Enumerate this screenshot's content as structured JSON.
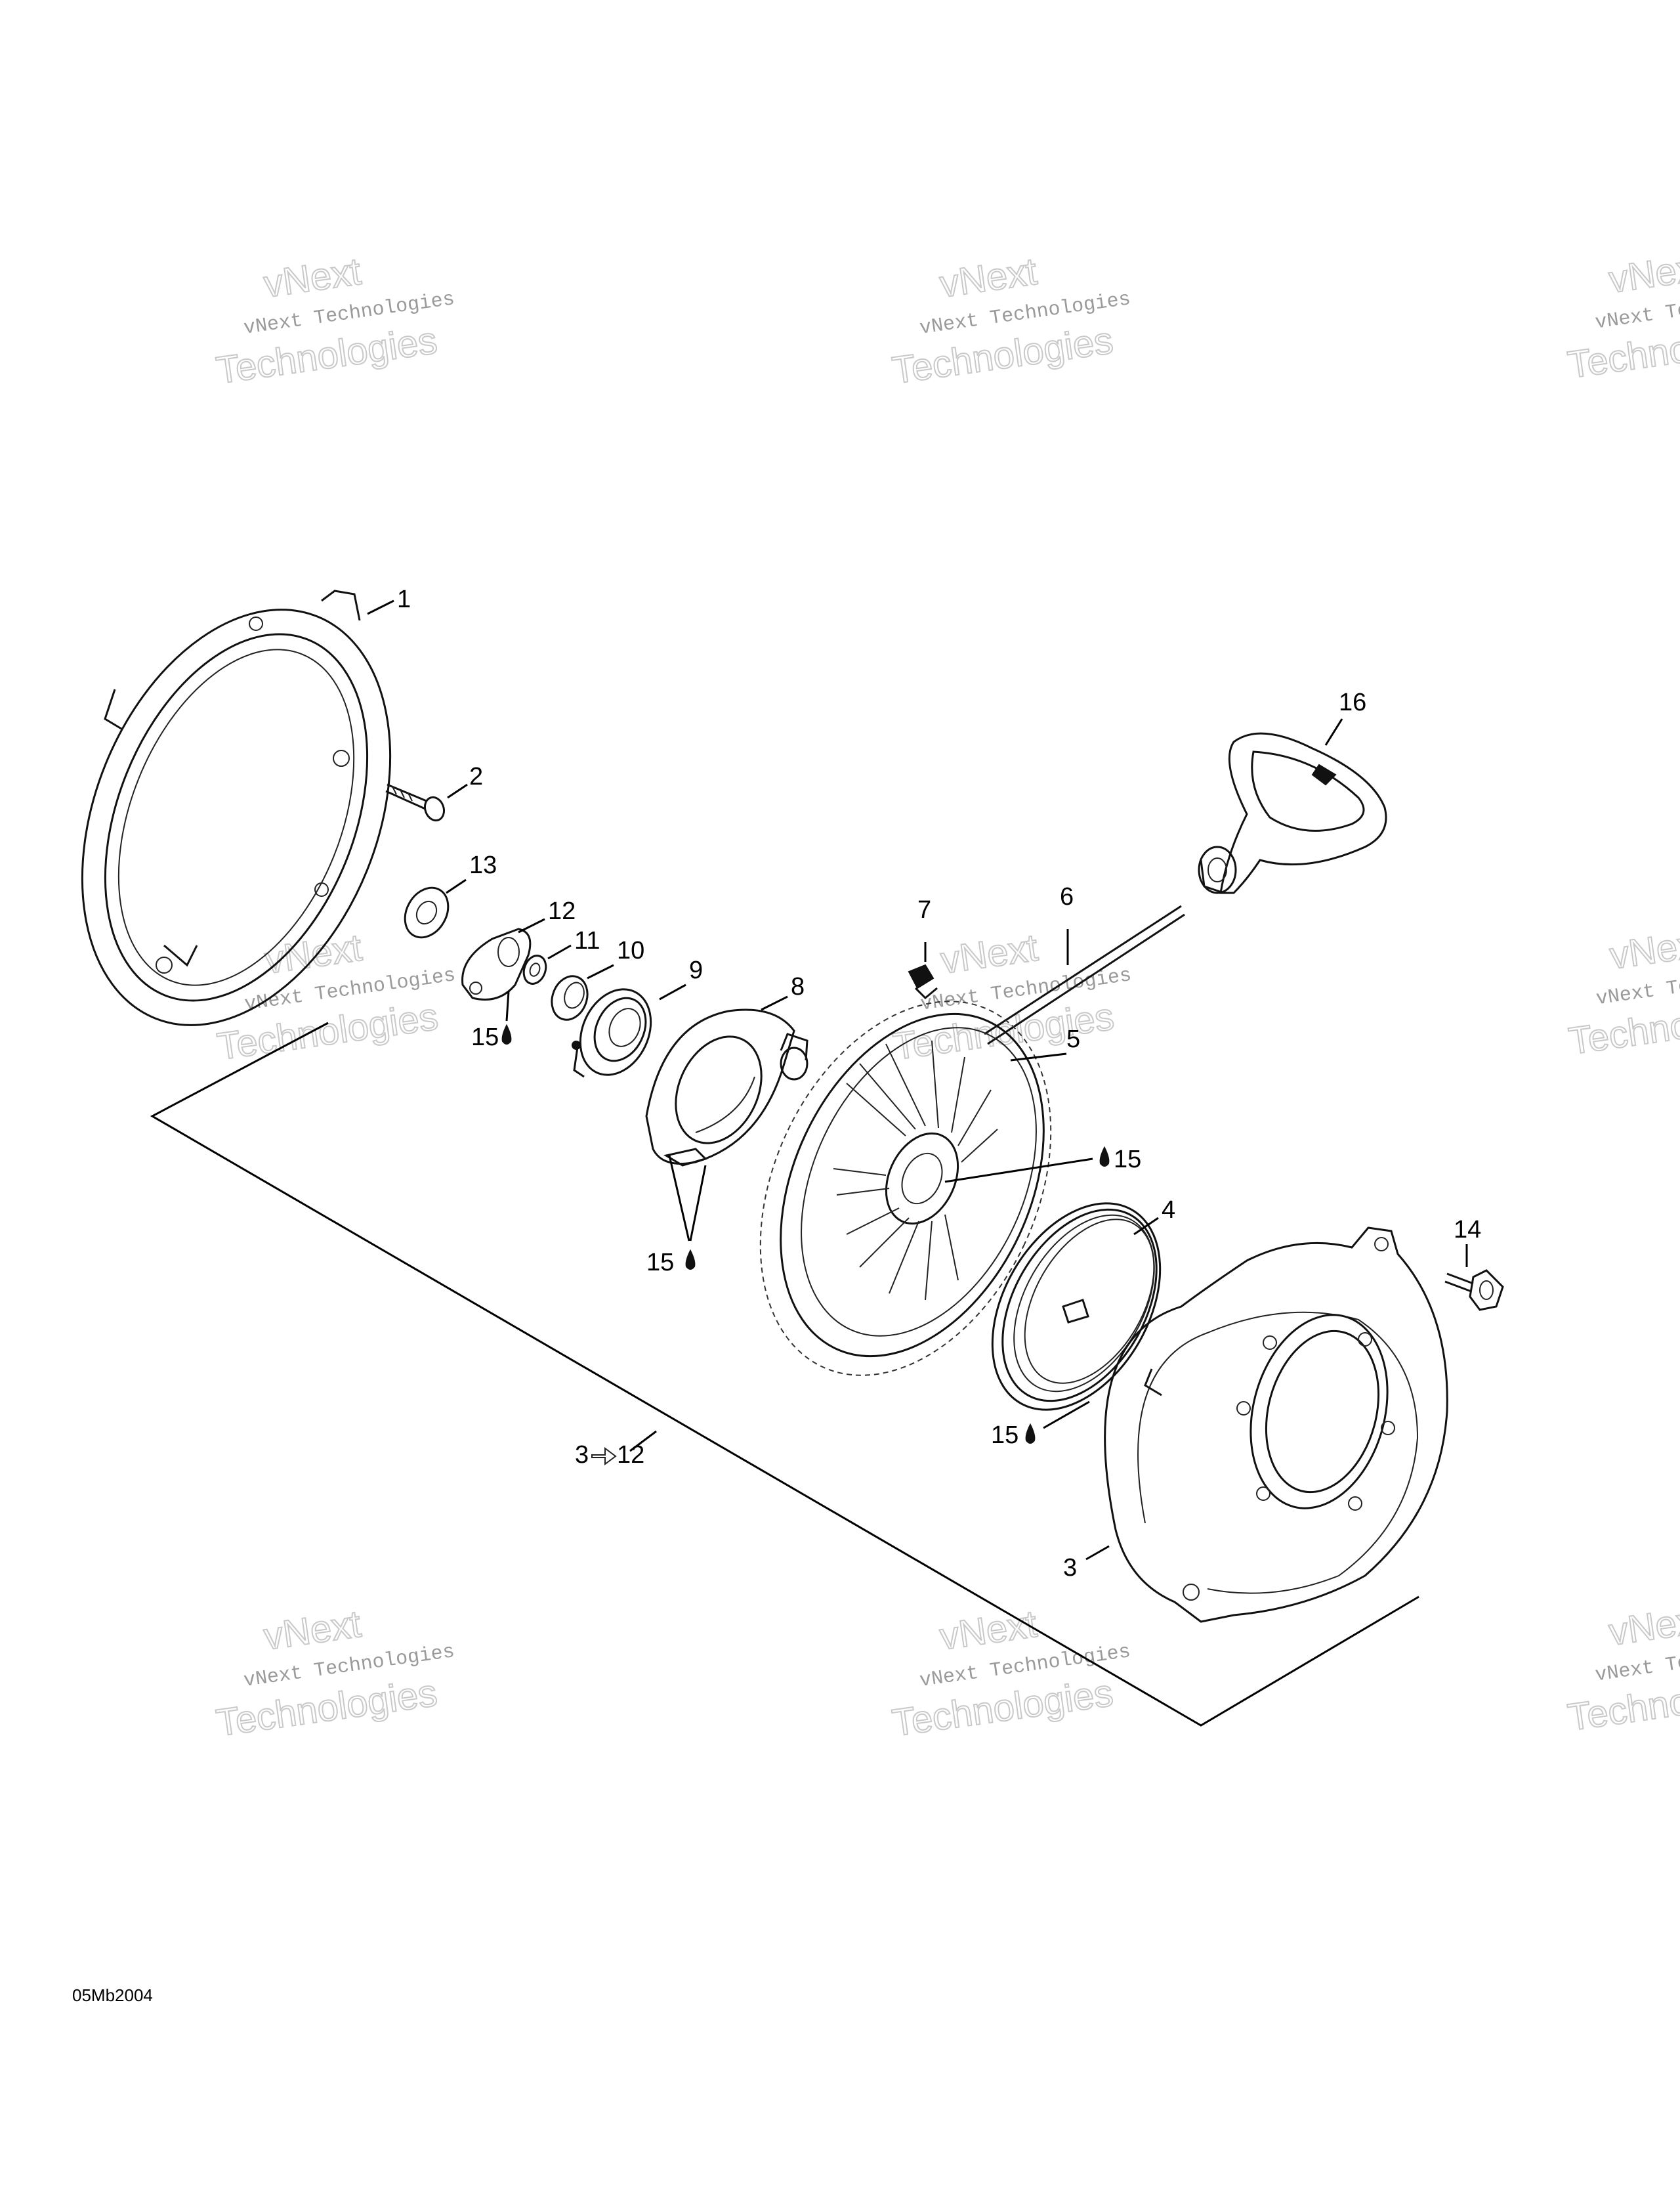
{
  "callouts": {
    "c1": "1",
    "c2": "2",
    "c3": "3",
    "c3b": "3",
    "c4": "4",
    "c5": "5",
    "c6": "6",
    "c7": "7",
    "c8": "8",
    "c9": "9",
    "c10": "10",
    "c11": "11",
    "c12": "12",
    "c12b": "12",
    "c13": "13",
    "c14": "14",
    "c16": "16",
    "c15a": "15",
    "c15b": "15",
    "c15c": "15",
    "c15d": "15"
  },
  "watermark": {
    "line1": "vNext",
    "line2": "vNext Technologies",
    "line3": "Technologies"
  },
  "footer": {
    "code": "05Mb2004"
  },
  "icons": {
    "drop": "lubricant-drop-icon",
    "arrow": "range-arrow-icon"
  }
}
